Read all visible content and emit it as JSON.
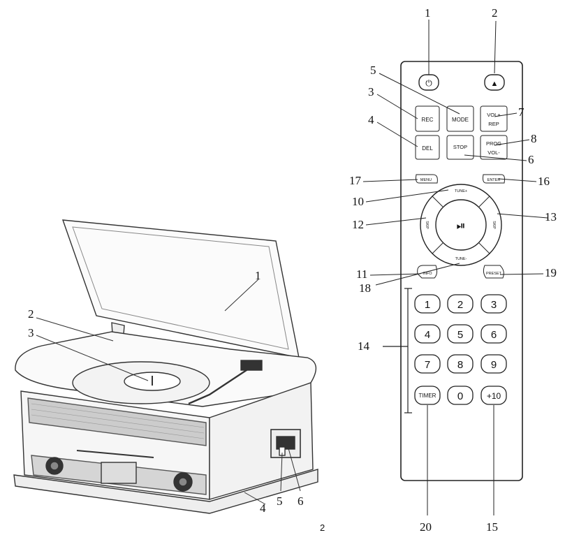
{
  "page": {
    "number": "2"
  },
  "turntable": {
    "callouts": [
      "1",
      "2",
      "3",
      "4",
      "5",
      "6"
    ]
  },
  "remote": {
    "callouts": [
      "1",
      "2",
      "3",
      "4",
      "5",
      "6",
      "7",
      "8",
      "10",
      "11",
      "12",
      "13",
      "14",
      "15",
      "16",
      "17",
      "18",
      "19",
      "20"
    ],
    "buttons": {
      "rec": "REC",
      "mode": "MODE",
      "vol_up": "VOL+",
      "rep": "REP",
      "del": "DEL",
      "stop": "STOP",
      "prog": "PROG",
      "vol_down": "VOL-",
      "menu": "MENU",
      "enter": "ENTER",
      "up": "TUNE+",
      "down": "TUNE-",
      "left": "SKIP",
      "right": "SKIP",
      "info": "INFO",
      "preset": "PRESET",
      "timer": "TIMER",
      "digits": [
        "1",
        "2",
        "3",
        "4",
        "5",
        "6",
        "7",
        "8",
        "9"
      ],
      "zero": "0",
      "plus10": "+10"
    }
  }
}
